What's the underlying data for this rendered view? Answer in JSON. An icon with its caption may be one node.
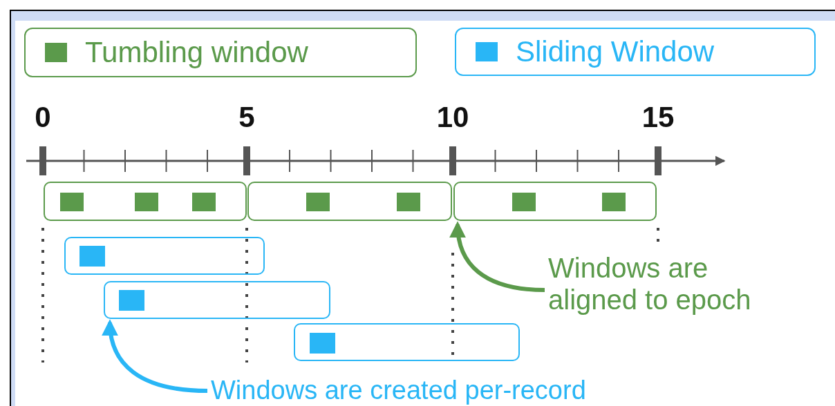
{
  "diagram": {
    "nodes": [
      {
        "text": [],
        "shape": "box"
      },
      {
        "text": [],
        "shape": "box"
      },
      {
        "text": [],
        "shape": "box"
      },
      {
        "text": [],
        "shape": "box"
      },
      {
        "text": [],
        "shape": "box"
      },
      {
        "text": [],
        "shape": "box"
      },
      {
        "text": [
          "Windows are aligned to epoch"
        ]
      },
      {
        "text": [
          "Windows are created per-record"
        ]
      }
    ],
    "edges": [
      {
        "from": 6,
        "to": 2,
        "arrow": "to",
        "color": "#5b9a4b"
      },
      {
        "from": 7,
        "to": 4,
        "arrow": "to",
        "color": "#29b6f6"
      }
    ],
    "labels": [
      "0",
      "5",
      "10",
      "15"
    ],
    "legend": [
      {
        "text": "Tumbling window",
        "color": "#5b9a4b"
      },
      {
        "text": "Sliding Window",
        "color": "#29b6f6"
      }
    ]
  }
}
